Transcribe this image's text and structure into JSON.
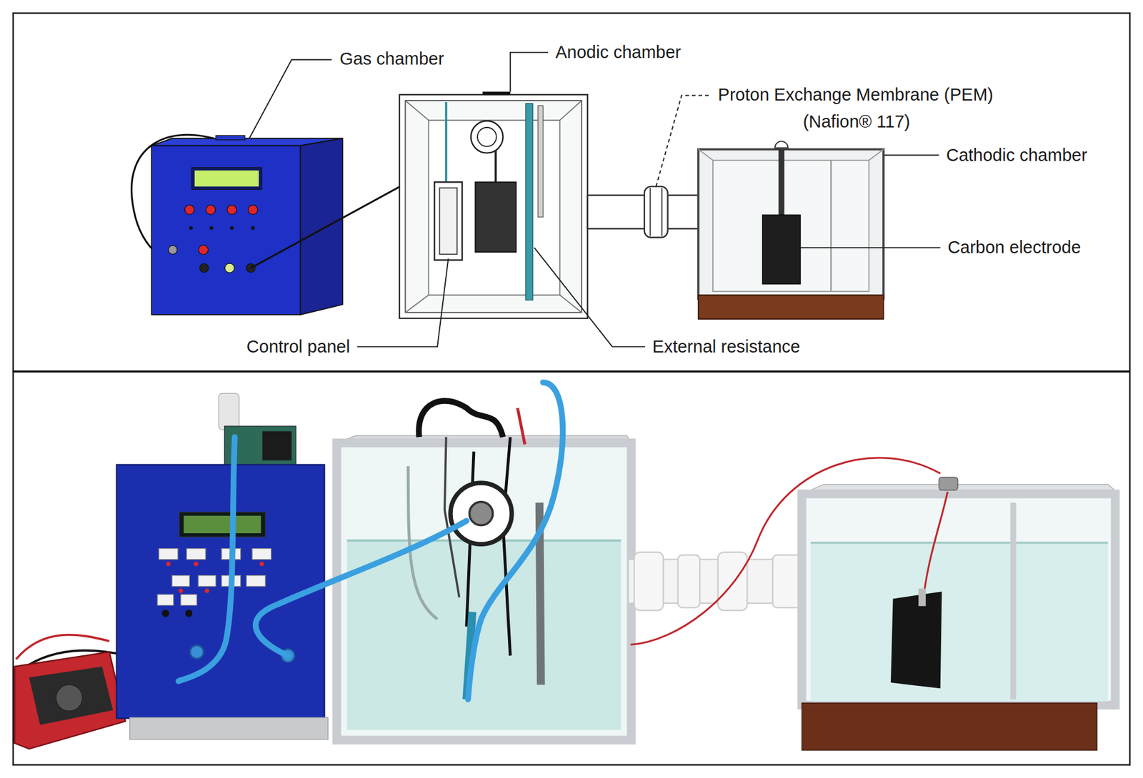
{
  "diagram": {
    "labels": [
      "Gas chamber",
      "Anodic chamber",
      "Proton Exchange Membrane (PEM)",
      "(Nafion® 117)",
      "Cathodic chamber",
      "Carbon electrode",
      "Control panel",
      "External resistance"
    ]
  }
}
